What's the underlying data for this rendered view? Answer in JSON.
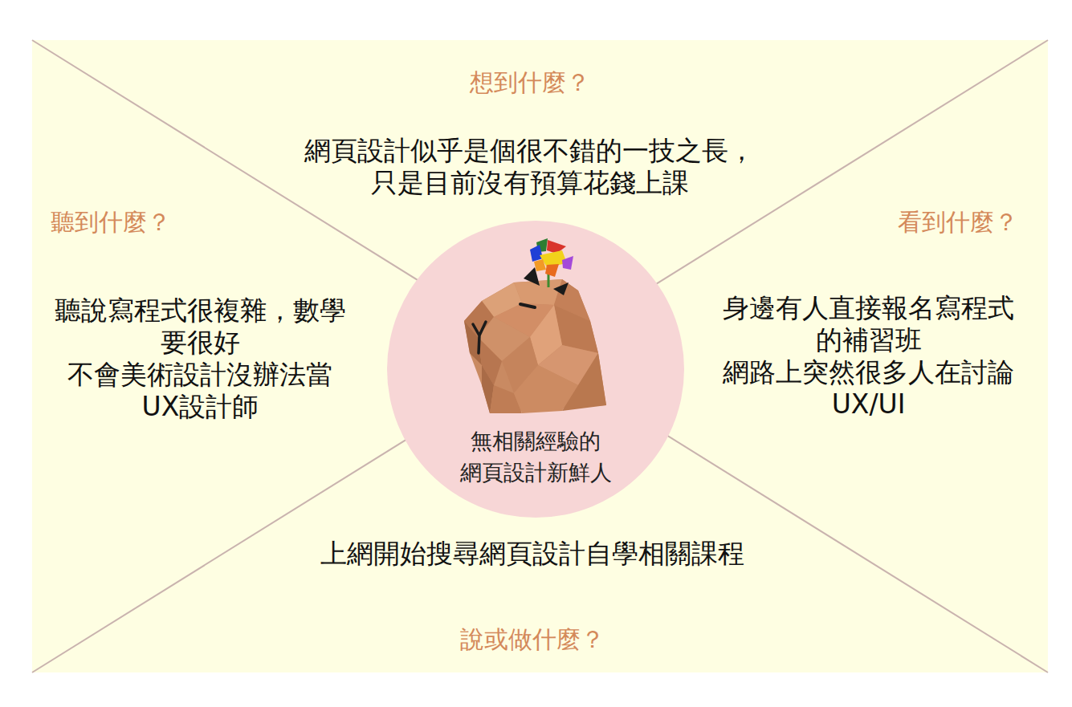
{
  "diagram": {
    "nodes": [
      {
        "text": [
          "想到什麼？",
          "網頁設計似乎是個很不錯的一技之長， 只是目前沒有預算花錢上課"
        ]
      },
      {
        "text": [
          "聽到什麼？",
          "聽說寫程式很複雜，數學 要很好 不會美術設計沒辦法當 UX設計師"
        ]
      },
      {
        "text": [
          "看到什麼？",
          "身邊有人直接報名寫程式 的補習班 網路上突然很多人在討論 UX/UI"
        ]
      },
      {
        "text": [
          "無相關經驗的 網頁設計新鮮人"
        ]
      },
      {
        "text": [
          "說或做什麼？",
          "上網開始搜尋網頁設計自學相關課程"
        ]
      }
    ]
  }
}
